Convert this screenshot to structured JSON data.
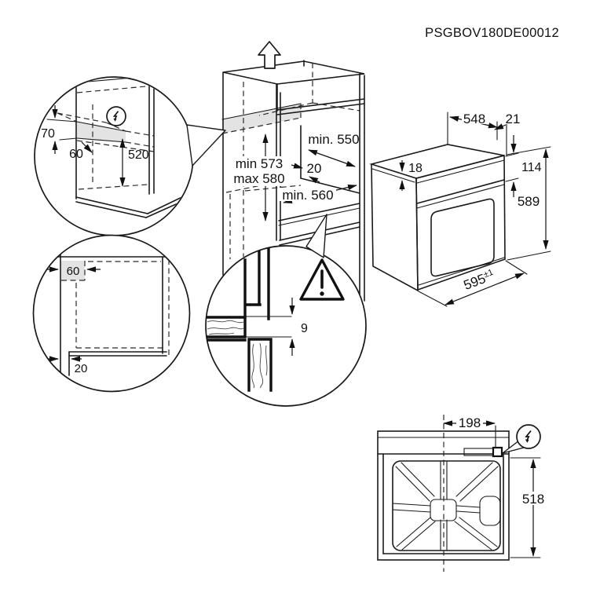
{
  "part_number": "PSGBOV180DE00012",
  "colors": {
    "line": "#1a1a1a",
    "shade": "#e3e3e3",
    "background": "#ffffff"
  },
  "cabinet_column": {
    "niche_height_min": "min 573",
    "niche_height_max": "max 580",
    "niche_depth": "min. 550",
    "shelf_setback": "20",
    "bottom_depth": "min. 560"
  },
  "detail_electrical_zone": {
    "zone_height": "70",
    "zone_offset": "60",
    "niche_inner_height": "520"
  },
  "detail_floor_plan": {
    "corner_cutout": "60",
    "rear_gap": "20"
  },
  "detail_front_gap": {
    "gap": "9"
  },
  "oven_isometric": {
    "depth": "548",
    "rear_setback": "21",
    "top_inset": "18",
    "panel_height": "114",
    "height": "589",
    "width": "595",
    "width_tolerance": "±1"
  },
  "oven_rear_view": {
    "connection_offset": "198",
    "rear_height": "518"
  },
  "icons": {
    "electrical": "lightning-in-circle",
    "warning": "exclamation-triangle",
    "direction": "block-arrow-up"
  }
}
